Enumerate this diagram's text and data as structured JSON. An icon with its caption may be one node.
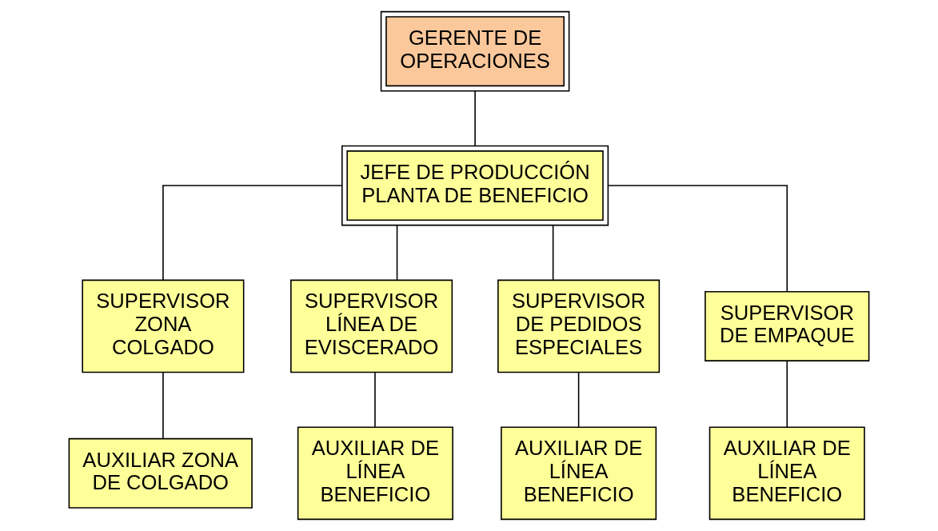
{
  "diagram": {
    "nodes": [
      {
        "text": [
          "GERENTE DE OPERACIONES"
        ]
      },
      {
        "text": [
          "JEFE DE PRODUCCIÓN PLANTA DE BENEFICIO"
        ]
      },
      {
        "text": [
          "SUPERVISOR ZONA COLGADO"
        ]
      },
      {
        "text": [
          "SUPERVISOR LÍNEA DE EVISCERADO"
        ]
      },
      {
        "text": [
          "SUPERVISOR DE PEDIDOS ESPECIALES"
        ]
      },
      {
        "text": [
          "SUPERVISOR DE EMPAQUE"
        ]
      },
      {
        "text": [
          "AUXILIAR ZONA DE COLGADO"
        ]
      },
      {
        "text": [
          "AUXILIAR DE LÍNEA BENEFICIO"
        ]
      },
      {
        "text": [
          "AUXILIAR DE LÍNEA BENEFICIO"
        ]
      },
      {
        "text": [
          "AUXILIAR DE LÍNEA BENEFICIO"
        ]
      }
    ],
    "edges": [
      {
        "from": 0,
        "to": 1,
        "arrow": "none"
      },
      {
        "from": 1,
        "to": 2,
        "arrow": "none"
      },
      {
        "from": 1,
        "to": 3,
        "arrow": "none"
      },
      {
        "from": 1,
        "to": 4,
        "arrow": "none"
      },
      {
        "from": 1,
        "to": 5,
        "arrow": "none"
      },
      {
        "from": 2,
        "to": 6,
        "arrow": "none"
      },
      {
        "from": 3,
        "to": 7,
        "arrow": "none"
      },
      {
        "from": 4,
        "to": 8,
        "arrow": "none"
      },
      {
        "from": 5,
        "to": 9,
        "arrow": "none"
      }
    ]
  }
}
